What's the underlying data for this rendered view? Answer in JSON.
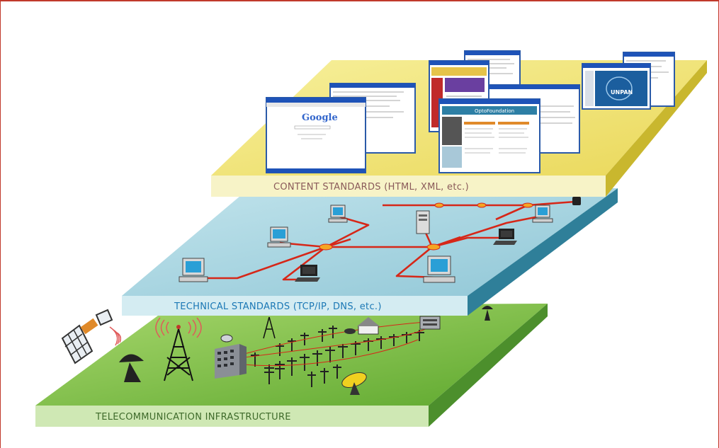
{
  "layers": {
    "content": {
      "label": "CONTENT STANDARDS (HTML, XML, etc.)",
      "color": "#f2e874"
    },
    "technical": {
      "label": "TECHNICAL STANDARDS (TCP/IP, DNS, etc.)",
      "color": "#a6d3df"
    },
    "infrastructure": {
      "label": "TELECOMMUNICATION INFRASTRUCTURE",
      "color": "#7fc243"
    }
  },
  "screens": {
    "google": {
      "logo": "Google"
    },
    "unpan": {
      "logo": "UNPAN"
    },
    "opto": {
      "title": "OptoFoundation"
    }
  },
  "colors": {
    "link_line": "#d62718",
    "border": "#c0392b"
  }
}
